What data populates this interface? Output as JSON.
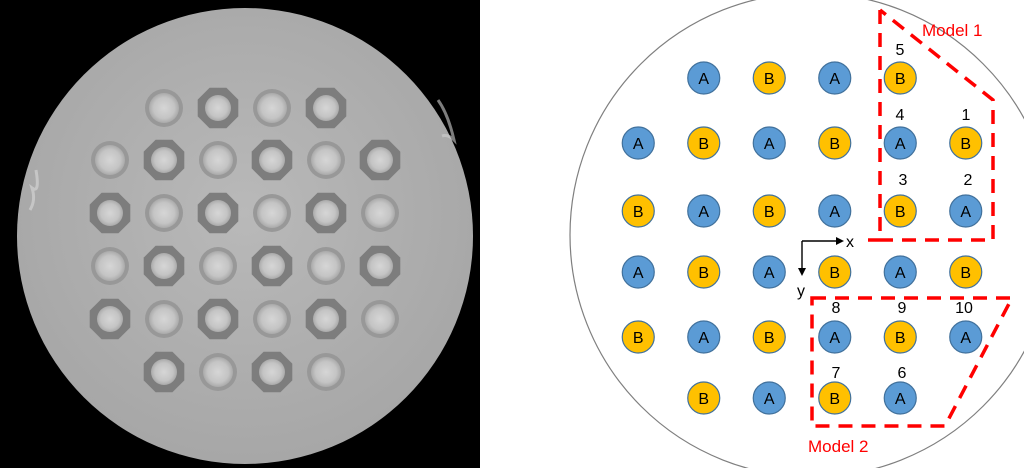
{
  "photo": {
    "rows": [
      [
        "round",
        "oct",
        "round",
        "oct"
      ],
      [
        "round",
        "oct",
        "round",
        "oct",
        "round",
        "oct"
      ],
      [
        "oct",
        "round",
        "oct",
        "round",
        "oct",
        "round"
      ],
      [
        "round",
        "oct",
        "round",
        "oct",
        "round",
        "oct"
      ],
      [
        "oct",
        "round",
        "oct",
        "round",
        "oct",
        "round"
      ],
      [
        "oct",
        "round",
        "oct",
        "round"
      ]
    ]
  },
  "schematic": {
    "colors": {
      "A": "#5b9bd5",
      "B": "#ffc000",
      "model_line": "#ff0000",
      "model_text": "#ff0000"
    },
    "rows": [
      [
        "A",
        "B",
        "A",
        "B"
      ],
      [
        "A",
        "B",
        "A",
        "B",
        "A",
        "B"
      ],
      [
        "B",
        "A",
        "B",
        "A",
        "B",
        "A"
      ],
      [
        "A",
        "B",
        "A",
        "B",
        "A",
        "B"
      ],
      [
        "B",
        "A",
        "B",
        "A",
        "B",
        "A"
      ],
      [
        "B",
        "A",
        "B",
        "A"
      ]
    ],
    "numbers": [
      "5",
      "4",
      "1",
      "3",
      "2",
      "8",
      "9",
      "10",
      "7",
      "6"
    ],
    "axis": {
      "x": "x",
      "y": "y"
    },
    "model1_label": "Model 1",
    "model2_label": "Model 2"
  }
}
